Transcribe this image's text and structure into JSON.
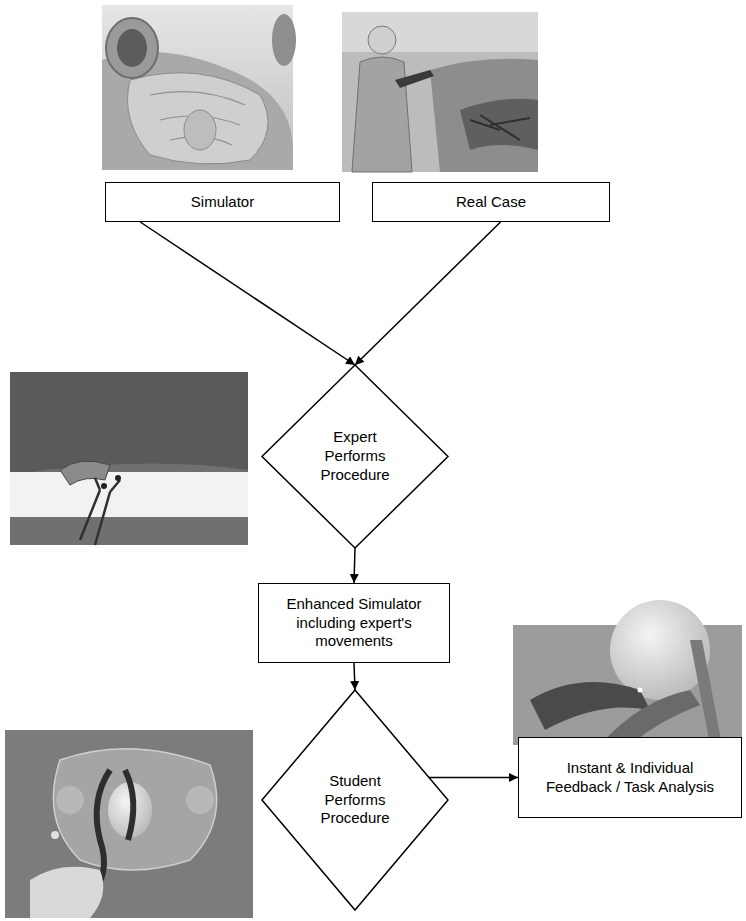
{
  "diagram": {
    "nodes": [
      {
        "text": [
          "Simulator"
        ]
      },
      {
        "text": [
          "Real Case"
        ]
      },
      {
        "text": [
          "Expert Performs Procedure"
        ]
      },
      {
        "text": [
          "Enhanced Simulator including expert's movements"
        ]
      },
      {
        "text": [
          "Student Performs Procedure"
        ]
      },
      {
        "text": [
          "Instant & Individual Feedback / Task Analysis"
        ]
      }
    ],
    "edges": [
      {
        "from": 0,
        "to": 2,
        "arrow": "to"
      },
      {
        "from": 1,
        "to": 2,
        "arrow": "to"
      },
      {
        "from": 2,
        "to": 3,
        "arrow": "to"
      },
      {
        "from": 3,
        "to": 4,
        "arrow": "to"
      },
      {
        "from": 4,
        "to": 5,
        "arrow": "to"
      }
    ]
  }
}
